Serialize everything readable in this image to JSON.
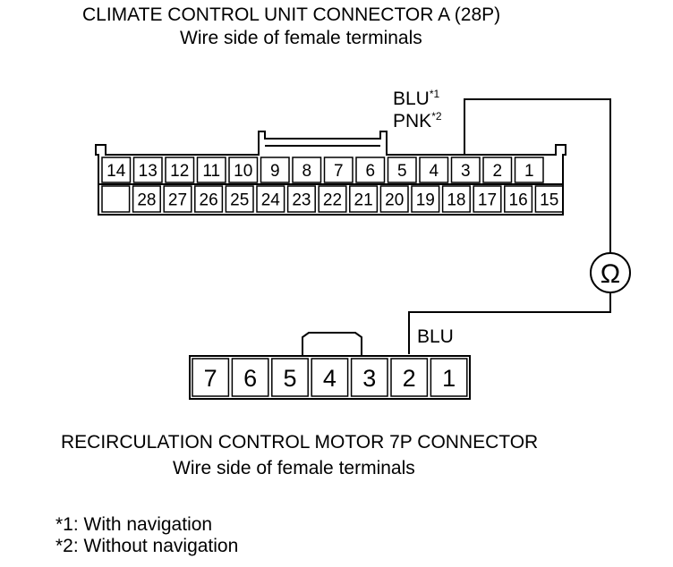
{
  "connector_a": {
    "title": "CLIMATE CONTROL UNIT CONNECTOR A (28P)",
    "subtitle": "Wire side of female terminals",
    "top_row": [
      "14",
      "13",
      "12",
      "11",
      "10",
      "9",
      "8",
      "7",
      "6",
      "5",
      "4",
      "3",
      "2",
      "1"
    ],
    "bottom_row": [
      "",
      "28",
      "27",
      "26",
      "25",
      "24",
      "23",
      "22",
      "21",
      "20",
      "19",
      "18",
      "17",
      "16",
      "15"
    ],
    "wire_label_1": "BLU",
    "wire_label_1_sup": "*1",
    "wire_label_2": "PNK",
    "wire_label_2_sup": "*2"
  },
  "meter": {
    "symbol": "Ω"
  },
  "motor_connector": {
    "title": "RECIRCULATION CONTROL MOTOR 7P CONNECTOR",
    "subtitle": "Wire side of female terminals",
    "pins": [
      "7",
      "6",
      "5",
      "4",
      "3",
      "2",
      "1"
    ],
    "wire_label": "BLU"
  },
  "footnotes": {
    "note_1": "*1: With navigation",
    "note_2": "*2: Without navigation"
  }
}
